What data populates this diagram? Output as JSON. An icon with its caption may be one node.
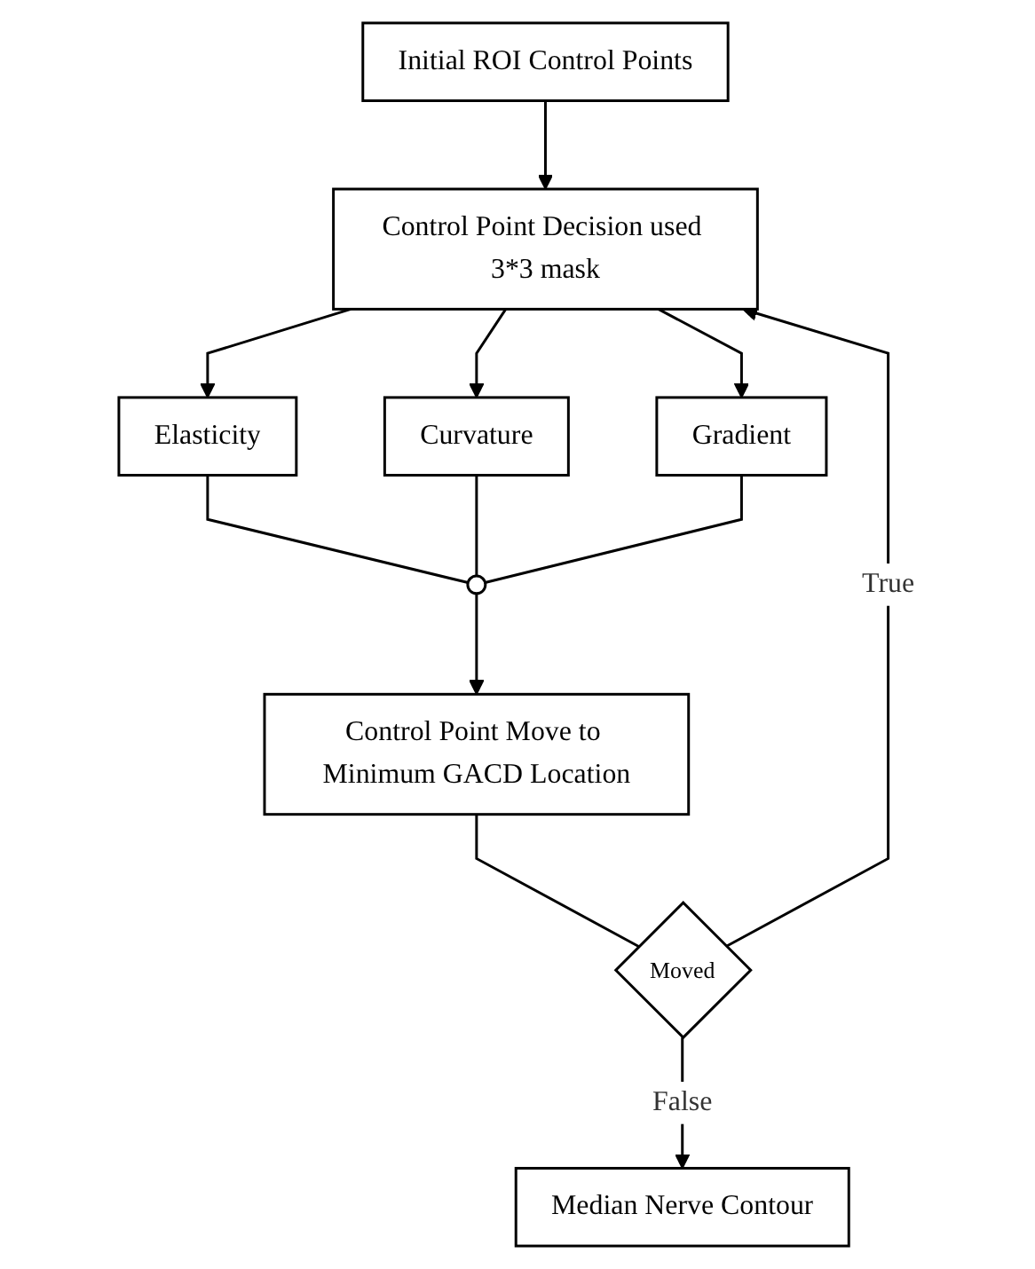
{
  "diagram": {
    "nodes": [
      {
        "text": [
          "Initial ROI Control Points"
        ]
      },
      {
        "text": [
          "Control Point Decision used 3*3 mask"
        ]
      },
      {
        "text": [
          "Elasticity"
        ]
      },
      {
        "text": [
          "Curvature"
        ]
      },
      {
        "text": [
          "Gradient"
        ]
      },
      {
        "text": [],
        "shape": "circle"
      },
      {
        "text": [
          "Control Point Move to Minimum GACD Location"
        ]
      },
      {
        "text": [
          "Moved"
        ]
      },
      {
        "text": [
          "Median Nerve Contour"
        ]
      }
    ],
    "edges": [
      {
        "from": 0,
        "to": 1,
        "arrow": "to"
      },
      {
        "from": 1,
        "to": 2,
        "arrow": "to"
      },
      {
        "from": 1,
        "to": 3,
        "arrow": "to"
      },
      {
        "from": 1,
        "to": 4,
        "arrow": "to"
      },
      {
        "from": 2,
        "to": 5,
        "arrow": "none"
      },
      {
        "from": 3,
        "to": 5,
        "arrow": "none"
      },
      {
        "from": 4,
        "to": 5,
        "arrow": "none"
      },
      {
        "from": 5,
        "to": 6,
        "arrow": "to"
      },
      {
        "from": 6,
        "to": 7,
        "arrow": "none"
      },
      {
        "from": 7,
        "to": 1,
        "arrow": "to",
        "label": "True"
      },
      {
        "from": 7,
        "to": 8,
        "arrow": "to",
        "label": "False"
      }
    ]
  }
}
